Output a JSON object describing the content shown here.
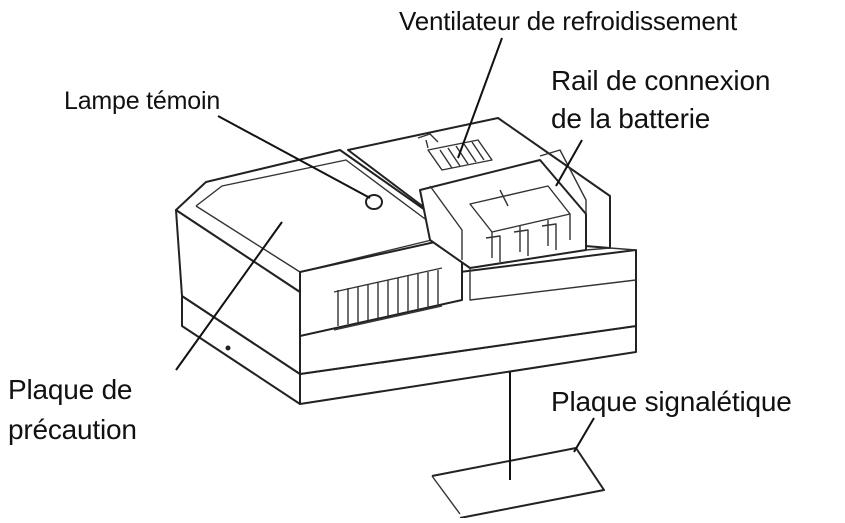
{
  "labels": {
    "ventilateur": "Ventilateur de refroidissement",
    "rail_line1": "Rail de connexion",
    "rail_line2": "de la batterie",
    "lampe": "Lampe témoin",
    "precaution_line1": "Plaque de",
    "precaution_line2": "précaution",
    "signaletique": "Plaque signalétique"
  }
}
